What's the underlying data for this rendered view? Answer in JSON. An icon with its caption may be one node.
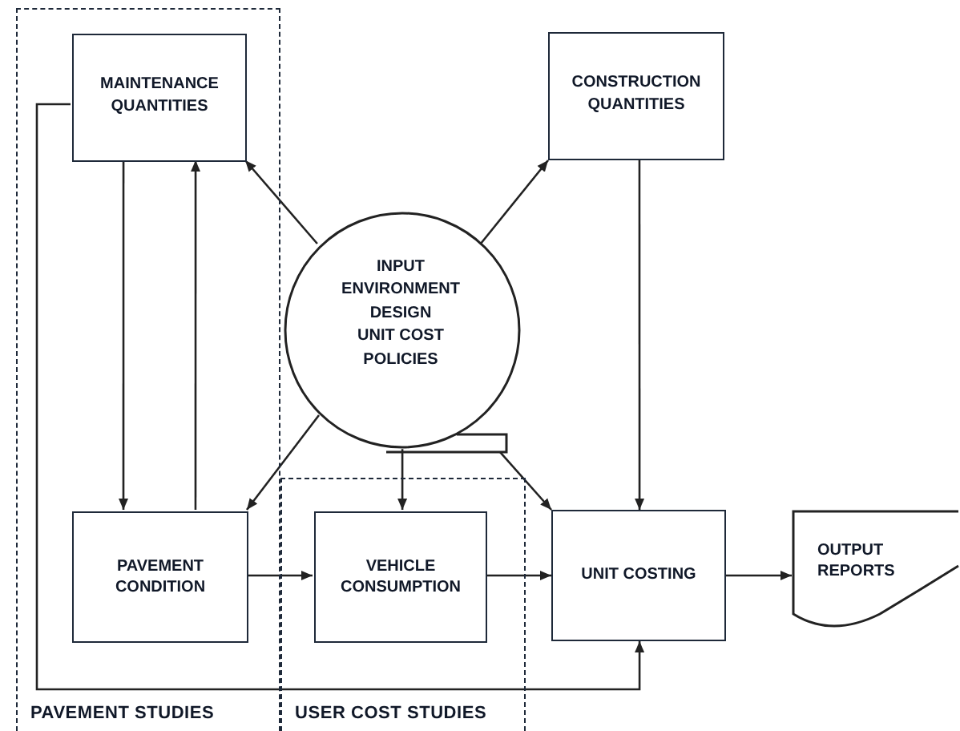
{
  "diagram": {
    "nodes": [
      {
        "text": [
          "PAVEMENT STUDIES"
        ]
      },
      {
        "text": [
          "MAINTENANCE QUANTITIES"
        ],
        "in": 0
      },
      {
        "text": [
          "INPUT",
          "ENVIRONMENT",
          "DESIGN",
          "UNIT COST",
          "POLICIES"
        ]
      },
      {
        "text": [
          "CONSTRUCTION QUANTITIES"
        ]
      },
      {
        "text": [
          "PAVEMENT CONDITION"
        ],
        "in": 0
      },
      {
        "text": [
          "USER COST STUDIES"
        ]
      },
      {
        "text": [
          "VEHICLE CONSUMPTION"
        ],
        "in": 5
      },
      {
        "text": [
          "UNIT COSTING"
        ]
      },
      {
        "text": [
          "OUTPUT REPORTS"
        ]
      }
    ],
    "edges": [
      {
        "from": 2,
        "to": 1,
        "arrow": "to"
      },
      {
        "from": 2,
        "to": 3,
        "arrow": "to"
      },
      {
        "from": 1,
        "to": 4,
        "arrow": "to"
      },
      {
        "from": 4,
        "to": 1,
        "arrow": "to"
      },
      {
        "from": 2,
        "to": 4,
        "arrow": "to"
      },
      {
        "from": 2,
        "to": 6,
        "arrow": "to"
      },
      {
        "from": 2,
        "to": 7,
        "arrow": "to"
      },
      {
        "from": 3,
        "to": 7,
        "arrow": "to"
      },
      {
        "from": 4,
        "to": 6,
        "arrow": "to"
      },
      {
        "from": 6,
        "to": 7,
        "arrow": "to"
      },
      {
        "from": 7,
        "to": 8,
        "arrow": "to"
      },
      {
        "from": 1,
        "to": 7,
        "arrow": "to"
      }
    ]
  }
}
